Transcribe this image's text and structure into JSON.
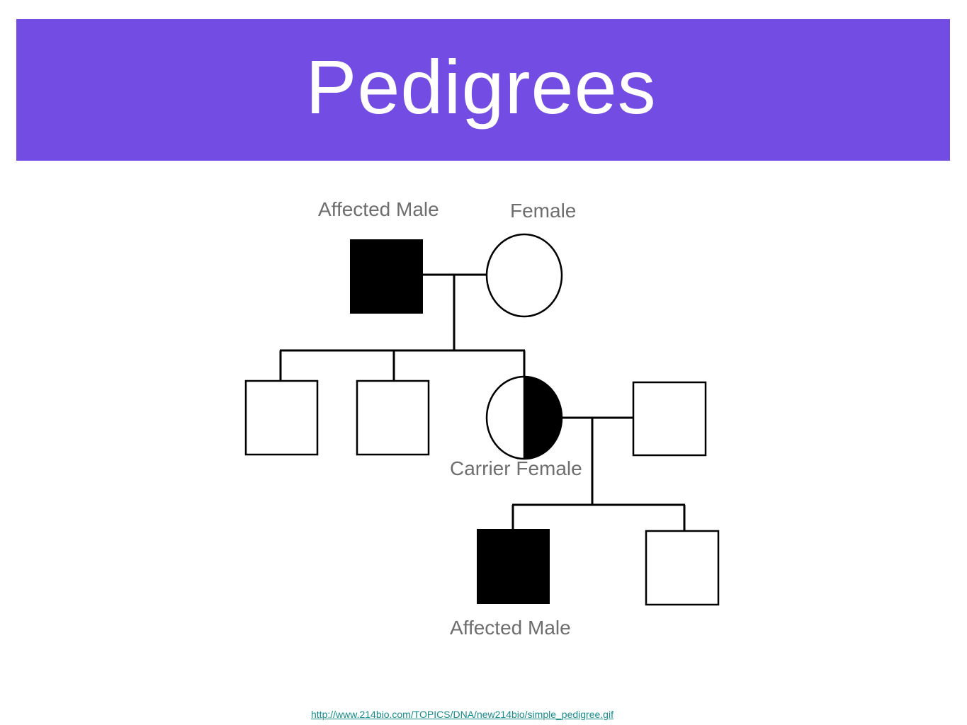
{
  "slide": {
    "title": "Pedigrees",
    "accent_color": "#734ce3",
    "source_url": "http://www.214bio.com/TOPICS/DNA/new214bio/simple_pedigree.gif"
  },
  "pedigree": {
    "labels": {
      "top_male": "Affected Male",
      "top_female": "Female",
      "carrier": "Carrier Female",
      "bottom_male": "Affected Male"
    },
    "individuals": [
      {
        "id": "I-1",
        "generation": 1,
        "sex": "male",
        "status": "affected"
      },
      {
        "id": "I-2",
        "generation": 1,
        "sex": "female",
        "status": "unaffected"
      },
      {
        "id": "II-1",
        "generation": 2,
        "sex": "male",
        "status": "unaffected"
      },
      {
        "id": "II-2",
        "generation": 2,
        "sex": "male",
        "status": "unaffected"
      },
      {
        "id": "II-3",
        "generation": 2,
        "sex": "female",
        "status": "carrier"
      },
      {
        "id": "II-4",
        "generation": 2,
        "sex": "male",
        "status": "unaffected"
      },
      {
        "id": "III-1",
        "generation": 3,
        "sex": "male",
        "status": "affected"
      },
      {
        "id": "III-2",
        "generation": 3,
        "sex": "male",
        "status": "unaffected"
      }
    ]
  }
}
